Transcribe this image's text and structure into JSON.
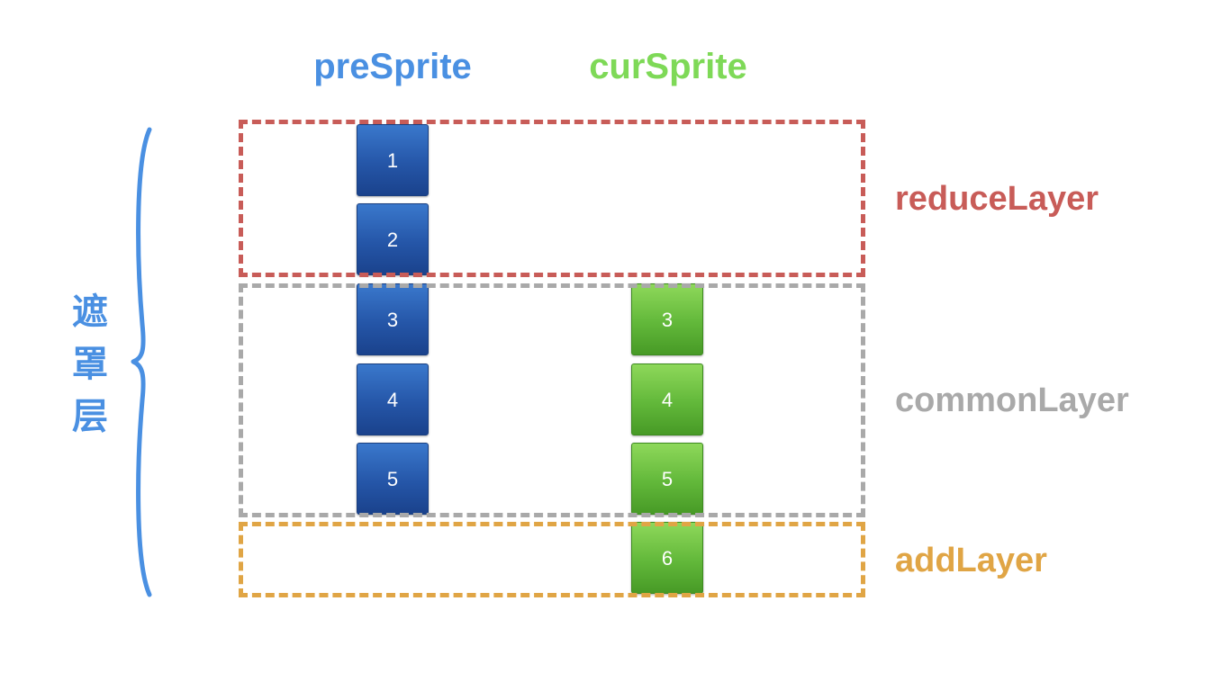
{
  "columns": {
    "pre": {
      "title": "preSprite",
      "color": "#4a90e2"
    },
    "cur": {
      "title": "curSprite",
      "color": "#7ed957"
    }
  },
  "layers": {
    "reduce": {
      "label": "reduceLayer",
      "color": "#c85c58"
    },
    "common": {
      "label": "commonLayer",
      "color": "#a9a9a9"
    },
    "add": {
      "label": "addLayer",
      "color": "#e0a545"
    }
  },
  "tiles": {
    "pre": [
      "1",
      "2",
      "3",
      "4",
      "5"
    ],
    "cur": [
      "3",
      "4",
      "5",
      "6"
    ]
  },
  "mask": {
    "chars": [
      "遮",
      "罩",
      "层"
    ],
    "color": "#4a90e2"
  }
}
